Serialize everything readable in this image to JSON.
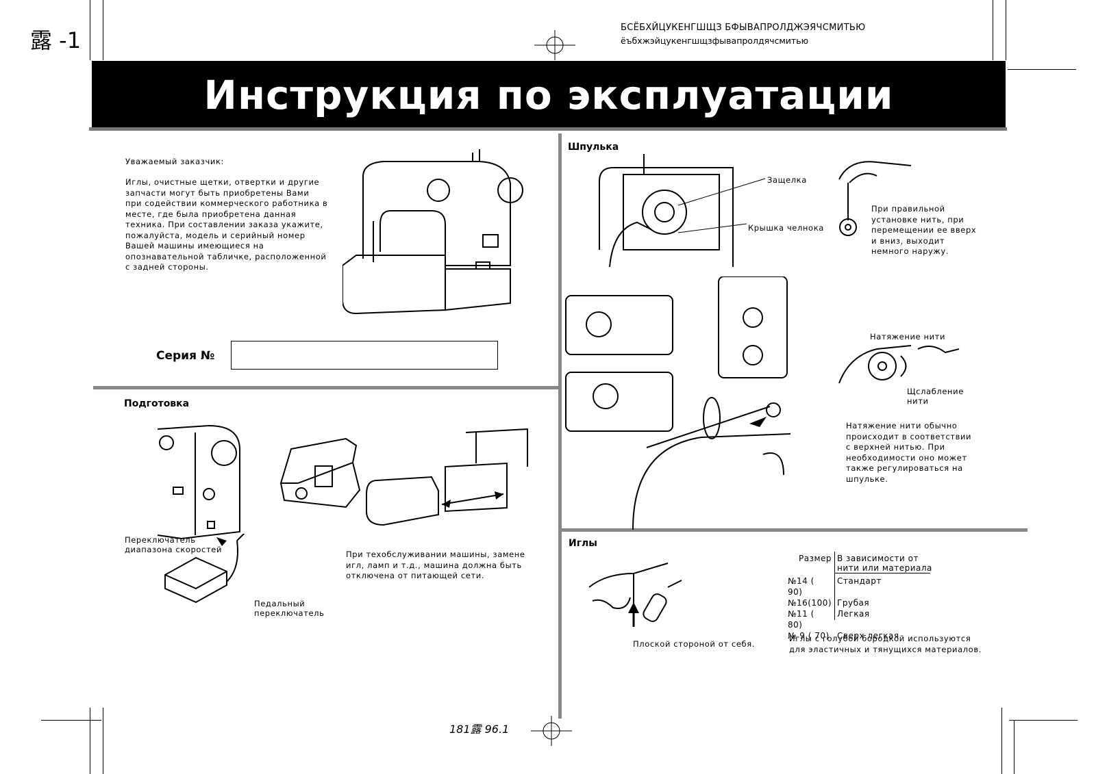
{
  "header": {
    "page_label": "露 -1",
    "alphabet_upper": "БСЁБХЙЦУКЕНГШЩЗ БФЫВАПРОЛДЖЭЯЧСМИТЬЮ",
    "alphabet_lower": "ёъбхжэйцукенгшщзфывапролдячсмитью",
    "title": "Инструкция по эксплуатации"
  },
  "intro": {
    "greeting": "Уважаемый заказчик:",
    "body": "Иглы, очистные щетки, отвертки и другие\nзапчасти могут быть приобретены Вами\nпри содействии коммерческого работника в\nместе, где была приобретена данная\nтехника. При составлении заказа укажите,\nпожалуйста, модель и серийный номер\nВашей машины имеющиеся на\nопознавательной табличке, расположенной\nс задней стороны.",
    "serial_label": "Серия №",
    "serial_value": ""
  },
  "preparation": {
    "heading": "Подготовка",
    "speed_switch": "Переключатель\nдиапазона скоростей",
    "foot_pedal": "Педальный\nпереключатель",
    "warning": "При техобслуживании машины, замене\nигл, ламп и т.д., машина должна быть\nотключена от питающей сети."
  },
  "bobbin": {
    "heading": "Шпулька",
    "latch": "Защелка",
    "shuttle_cover": "Крышка челнока",
    "correct_install": "При правильной\nустановке нить, при\nперемещении ее вверх\nи вниз, выходит\nнемного наружу.",
    "tension_label": "Натяжение нити",
    "loosen_label": "Щслабление\nнити",
    "tension_note": "Натяжение нити обычно\nпроисходит в соответствии\nс верхней нитью. При\nнеобходимости оно может\nтакже регулироваться на\nшпульке."
  },
  "needles": {
    "heading": "Иглы",
    "flat_side": "Плоской стороной от себя.",
    "col_size": "Размер",
    "col_depends": "В зависимости от\nнити или материала",
    "rows": [
      {
        "size": "№14 ( 90)",
        "material": "Стандарт"
      },
      {
        "size": "№16(100)",
        "material": "Грубая"
      },
      {
        "size": "№11 ( 80)",
        "material": "Легкая"
      },
      {
        "size": "№ 9 ( 70)",
        "material": "Сверх легкая"
      }
    ],
    "blue_note": "Иглы с голубой бородкой используются\nдля эластичных и тянущихся материалов."
  },
  "footer": {
    "code": "181露  96.1"
  }
}
